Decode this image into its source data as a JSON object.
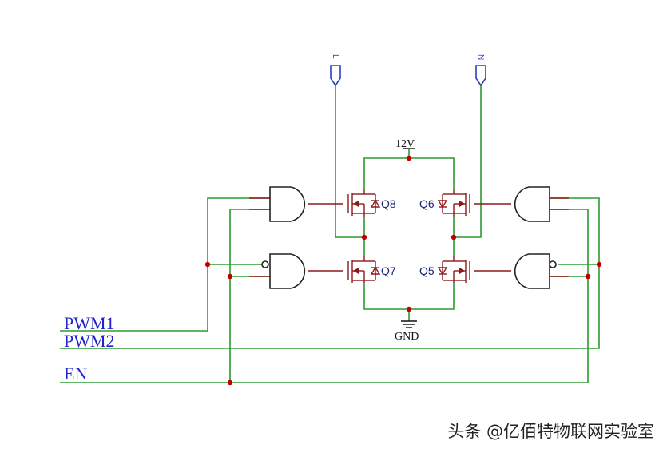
{
  "components": {
    "q8": "Q8",
    "q6": "Q6",
    "q7": "Q7",
    "q5": "Q5"
  },
  "power": {
    "supply": "12V",
    "ground": "GND"
  },
  "ports": {
    "left_output": "L",
    "right_output": "N"
  },
  "net_labels": {
    "pwm1": "PWM1",
    "pwm2": "PWM2",
    "en": "EN"
  },
  "watermark": "头条 @亿佰特物联网实验室",
  "colors": {
    "wire": "#2d9b2d",
    "component": "#8b1a1a",
    "junction": "#c00000",
    "label": "#2222cc"
  }
}
